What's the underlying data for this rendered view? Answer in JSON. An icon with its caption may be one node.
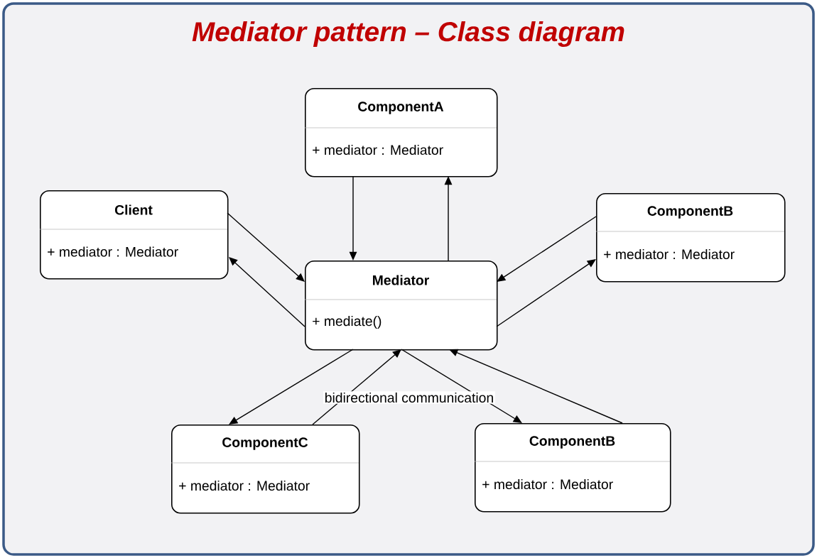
{
  "diagram": {
    "title": "Mediator pattern – Class diagram",
    "nodes": [
      {
        "text": [
          "ComponentA",
          "+ mediator : Mediator"
        ]
      },
      {
        "text": [
          "Client",
          "+ mediator : Mediator"
        ]
      },
      {
        "text": [
          "Mediator",
          "+ mediate()"
        ]
      },
      {
        "text": [
          "ComponentB",
          "+ mediator : Mediator"
        ]
      },
      {
        "text": [
          "ComponentC",
          "+ mediator : Mediator"
        ]
      },
      {
        "text": [
          "ComponentB",
          "+ mediator : Mediator"
        ]
      }
    ],
    "edges": [
      {
        "from": 1,
        "to": 2,
        "arrow": "to"
      },
      {
        "from": 2,
        "to": 1,
        "arrow": "to"
      },
      {
        "from": 0,
        "to": 2,
        "arrow": "to"
      },
      {
        "from": 2,
        "to": 0,
        "arrow": "to"
      },
      {
        "from": 3,
        "to": 2,
        "arrow": "to"
      },
      {
        "from": 2,
        "to": 3,
        "arrow": "to"
      },
      {
        "from": 2,
        "to": 4,
        "arrow": "to"
      },
      {
        "from": 4,
        "to": 2,
        "arrow": "to"
      },
      {
        "from": 2,
        "to": 5,
        "arrow": "to"
      },
      {
        "from": 5,
        "to": 2,
        "arrow": "to"
      }
    ],
    "labels": [
      "bidirectional communication"
    ]
  }
}
